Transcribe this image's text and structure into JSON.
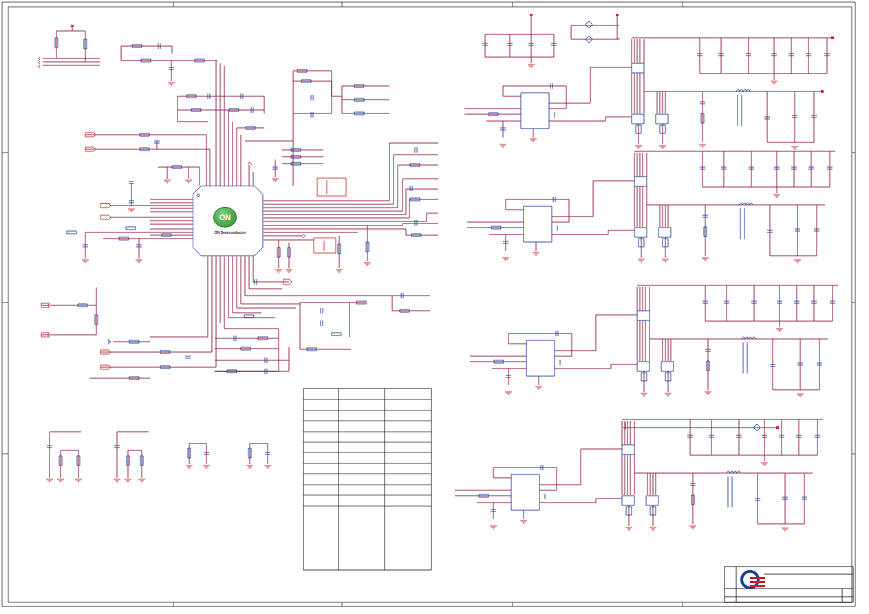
{
  "diagram": {
    "nodes": [
      {
        "text": [
          "ON Semiconductor"
        ]
      },
      {
        "text": [
          "ON"
        ],
        "in": 0
      }
    ]
  }
}
